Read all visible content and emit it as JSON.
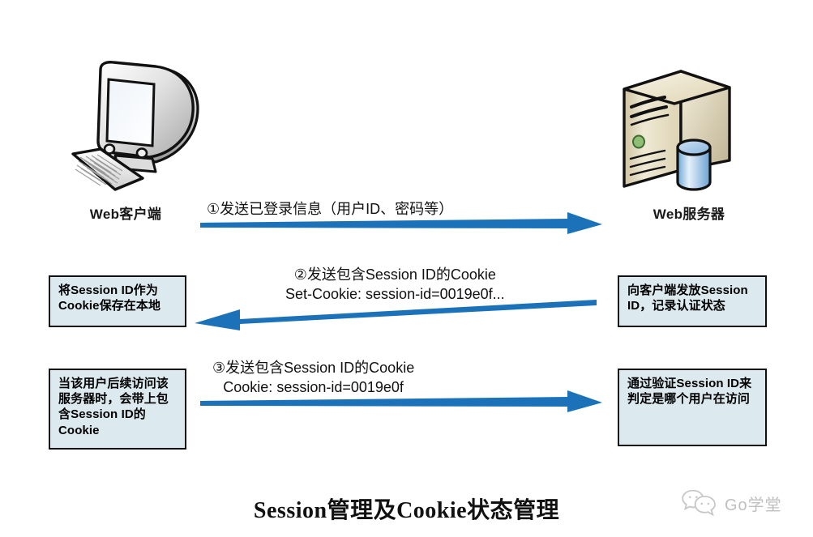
{
  "diagram": {
    "title": "Session管理及Cookie状态管理",
    "accent_color": "#1c72b8",
    "box_fill_color": "#dce9ef",
    "box_border_color": "#111111"
  },
  "nodes": {
    "client": {
      "label": "Web客户端",
      "icon": "crt-computer-icon"
    },
    "server": {
      "label": "Web服务器",
      "icon": "server-tower-icon"
    }
  },
  "messages": [
    {
      "id": "step-1",
      "direction": "client-to-server",
      "label": "①发送已登录信息（用户ID、密码等）"
    },
    {
      "id": "step-2",
      "direction": "server-to-client",
      "label": "②发送包含Session ID的Cookie\nSet-Cookie: session-id=0019e0f..."
    },
    {
      "id": "step-3",
      "direction": "client-to-server",
      "label": "③发送包含Session ID的Cookie\nCookie: session-id=0019e0f"
    }
  ],
  "notes": {
    "client_store": "将Session ID作为Cookie保存在本地",
    "client_subsequent": "当该用户后续访问该服务器时，会带上包含Session ID的Cookie",
    "server_issue": "向客户端发放Session ID，记录认证状态",
    "server_verify": "通过验证Session ID来判定是哪个用户在访问"
  },
  "watermark": {
    "text": "Go学堂",
    "icon": "wechat-bubbles-icon"
  }
}
